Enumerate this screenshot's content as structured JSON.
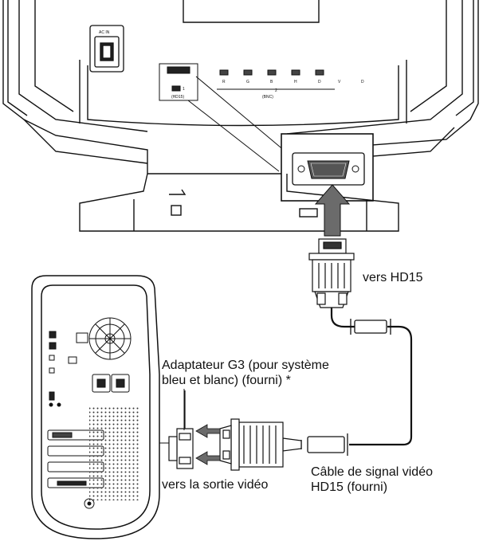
{
  "monitor": {
    "ac_in_label": "AC IN",
    "port_labels": [
      "R",
      "G",
      "B",
      "H",
      "D",
      "V",
      "D"
    ],
    "hd15_label": "(HD15)",
    "port_number_1": "1",
    "port_number_2": "2",
    "bnc_label": "(BNC)"
  },
  "labels": {
    "to_hd15": "vers HD15",
    "adapter_line1": "Adaptateur G3 (pour système",
    "adapter_line2": "bleu et blanc) (fourni) *",
    "to_video_out": "vers la sortie vidéo",
    "cable_line1": "Câble de signal vidéo",
    "cable_line2": "HD15 (fourni)"
  }
}
